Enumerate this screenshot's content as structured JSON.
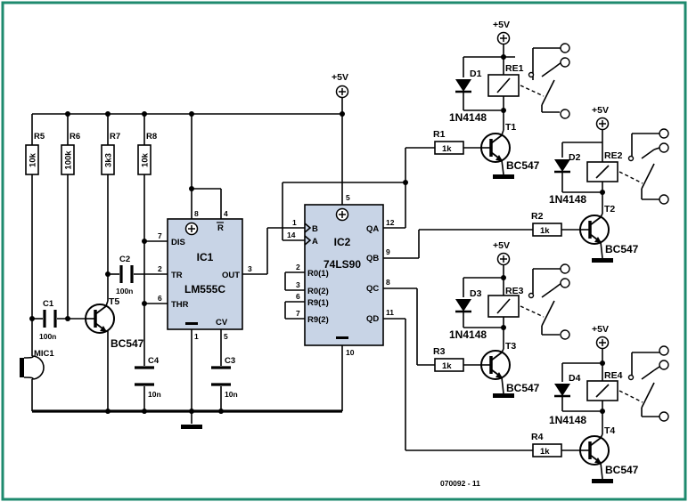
{
  "colors": {
    "frame": "#1e8a6e",
    "ic_fill": "#c8d4e6",
    "ink": "#000000"
  },
  "supply": {
    "vcc": "+5V"
  },
  "parts": {
    "R5": {
      "ref": "R5",
      "value": "10k"
    },
    "R6": {
      "ref": "R6",
      "value": "100k"
    },
    "R7": {
      "ref": "R7",
      "value": "3k3"
    },
    "R8": {
      "ref": "R8",
      "value": "10k"
    },
    "C1": {
      "ref": "C1",
      "value": "100n"
    },
    "C2": {
      "ref": "C2",
      "value": "100n"
    },
    "C3": {
      "ref": "C3",
      "value": "10n"
    },
    "C4": {
      "ref": "C4",
      "value": "10n"
    },
    "T5": {
      "ref": "T5",
      "type": "BC547"
    },
    "MIC1": {
      "ref": "MIC1"
    },
    "R1": {
      "ref": "R1",
      "value": "1k"
    },
    "R2": {
      "ref": "R2",
      "value": "1k"
    },
    "R3": {
      "ref": "R3",
      "value": "1k"
    },
    "R4": {
      "ref": "R4",
      "value": "1k"
    },
    "T1": {
      "ref": "T1",
      "type": "BC547"
    },
    "T2": {
      "ref": "T2",
      "type": "BC547"
    },
    "T3": {
      "ref": "T3",
      "type": "BC547"
    },
    "T4": {
      "ref": "T4",
      "type": "BC547"
    },
    "D1": {
      "ref": "D1",
      "type": "1N4148"
    },
    "D2": {
      "ref": "D2",
      "type": "1N4148"
    },
    "D3": {
      "ref": "D3",
      "type": "1N4148"
    },
    "D4": {
      "ref": "D4",
      "type": "1N4148"
    },
    "RE1": {
      "ref": "RE1"
    },
    "RE2": {
      "ref": "RE2"
    },
    "RE3": {
      "ref": "RE3"
    },
    "RE4": {
      "ref": "RE4"
    }
  },
  "ic1": {
    "ref": "IC1",
    "type": "LM555C",
    "pins": {
      "dis": "DIS",
      "tr": "TR",
      "thr": "THR",
      "out": "OUT",
      "r": "R",
      "cv": "CV",
      "n1": "1",
      "n2": "2",
      "n3": "3",
      "n4": "4",
      "n5": "5",
      "n6": "6",
      "n7": "7",
      "n8": "8"
    }
  },
  "ic2": {
    "ref": "IC2",
    "type": "74LS90",
    "pins": {
      "b": "B",
      "a": "A",
      "r01": "R0(1)",
      "r02": "R0(2)",
      "r91": "R9(1)",
      "r92": "R9(2)",
      "qa": "QA",
      "qb": "QB",
      "qc": "QC",
      "qd": "QD",
      "n1": "1",
      "n14": "14",
      "n2": "2",
      "n3": "3",
      "n6": "6",
      "n7": "7",
      "n5": "5",
      "n10": "10",
      "n12": "12",
      "n9": "9",
      "n8": "8",
      "n11": "11"
    }
  },
  "figure_code": "070092 - 11"
}
